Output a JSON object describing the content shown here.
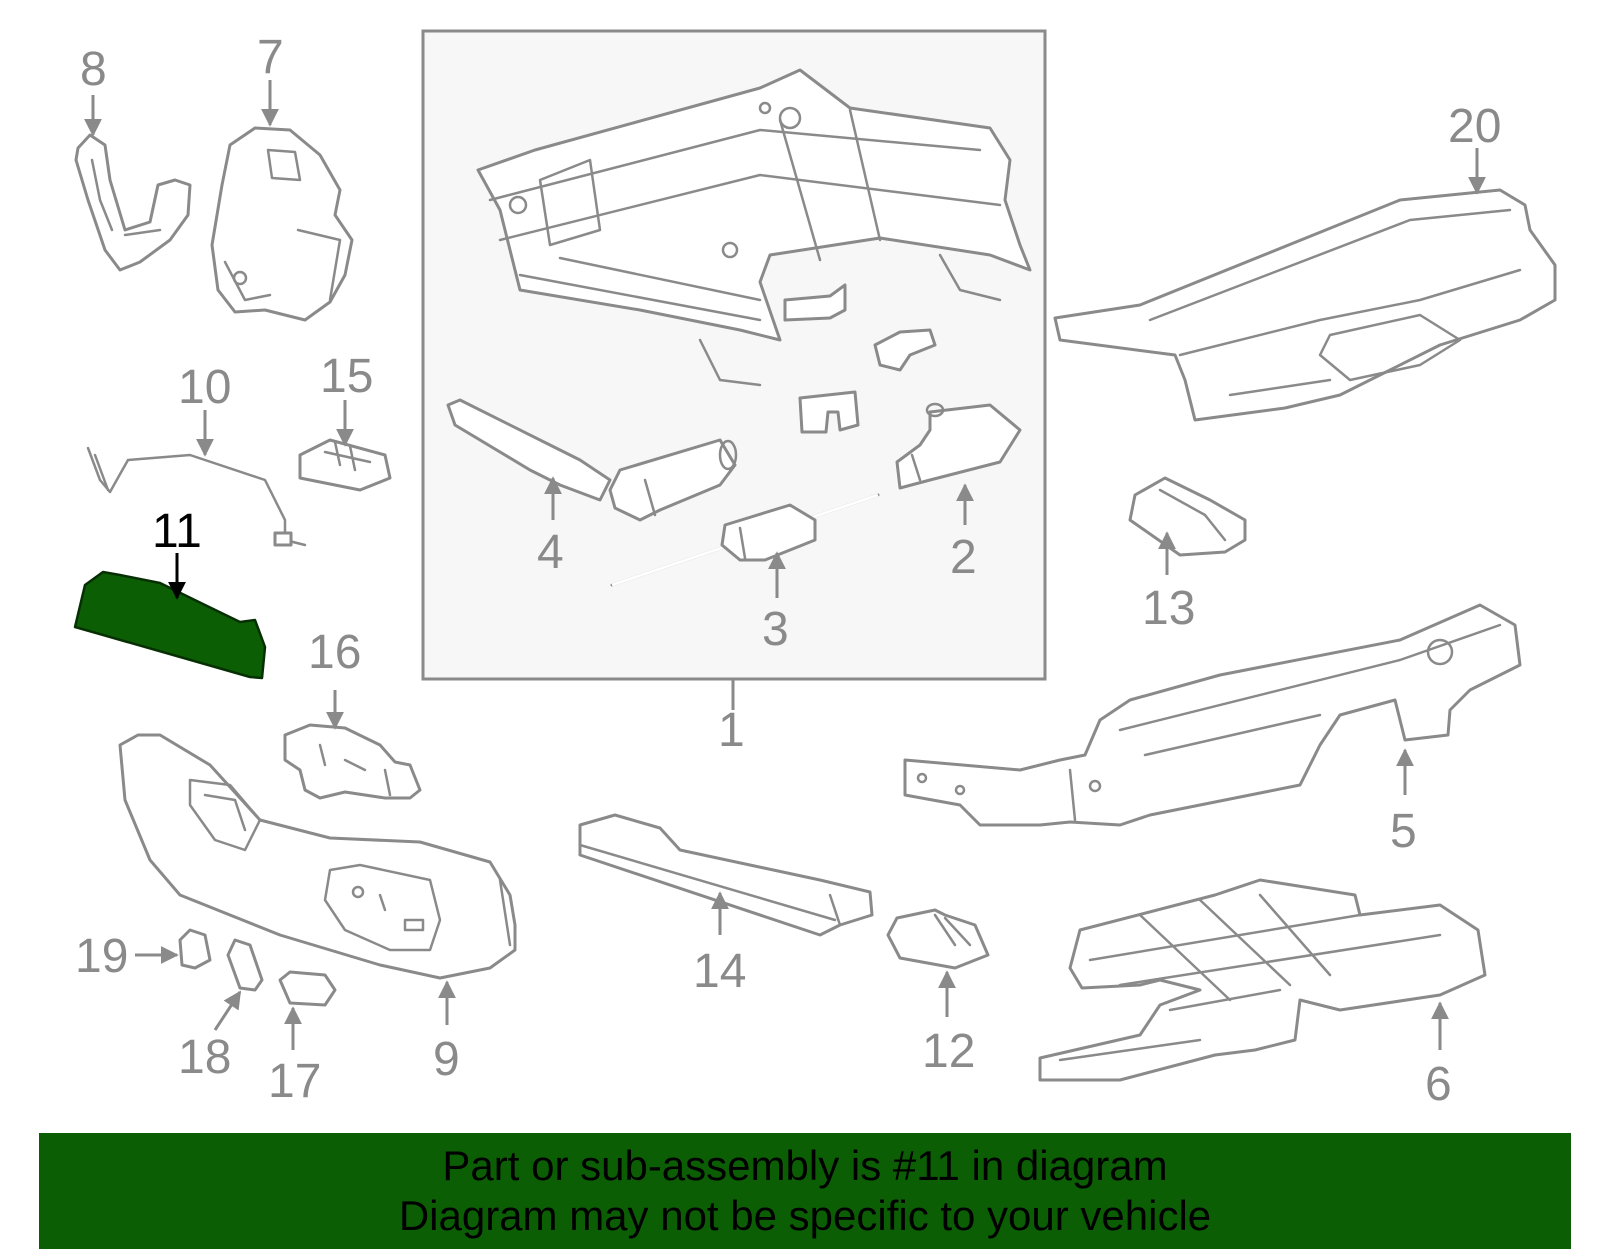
{
  "colors": {
    "highlight": "#0c5e05",
    "line": "#8a8a8a",
    "box_fill": "#f7f7f7",
    "banner": "#0c5e05"
  },
  "callouts": {
    "c1": "1",
    "c2": "2",
    "c3": "3",
    "c4": "4",
    "c5": "5",
    "c6": "6",
    "c7": "7",
    "c8": "8",
    "c9": "9",
    "c10": "10",
    "c11": "11",
    "c12": "12",
    "c13": "13",
    "c14": "14",
    "c15": "15",
    "c16": "16",
    "c17": "17",
    "c18": "18",
    "c19": "19",
    "c20": "20"
  },
  "highlighted_part": "11",
  "banner": {
    "line1": "Part or sub-assembly is #11 in diagram",
    "line2": "Diagram may not be specific to your vehicle"
  }
}
